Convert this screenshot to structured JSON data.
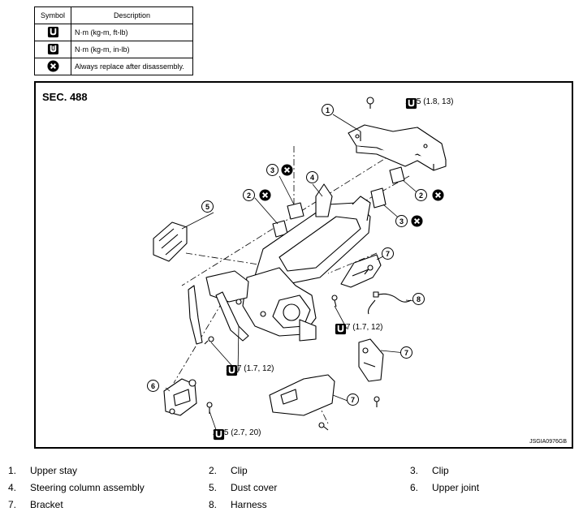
{
  "legend": {
    "header_symbol": "Symbol",
    "header_description": "Description",
    "rows": [
      {
        "icon": "torque-ft-lb-icon",
        "text": "N·m (kg-m, ft-lb)"
      },
      {
        "icon": "torque-in-lb-icon",
        "text": "N·m (kg-m, in-lb)"
      },
      {
        "icon": "always-replace-icon",
        "text": "Always replace after disassembly."
      }
    ]
  },
  "diagram": {
    "section": "SEC. 488",
    "code": "JSGIA0976GB",
    "torques": [
      "17.5 (1.8, 13)",
      "16.7 (1.7, 12)",
      "16.7 (1.7, 12)",
      "26.5 (2.7, 20)"
    ],
    "callouts": [
      "1",
      "2",
      "2",
      "3",
      "3",
      "4",
      "5",
      "6",
      "7",
      "7",
      "7",
      "8"
    ]
  },
  "parts": [
    {
      "num": "1.",
      "name": "Upper stay"
    },
    {
      "num": "2.",
      "name": "Clip"
    },
    {
      "num": "3.",
      "name": "Clip"
    },
    {
      "num": "4.",
      "name": "Steering column assembly"
    },
    {
      "num": "5.",
      "name": "Dust cover"
    },
    {
      "num": "6.",
      "name": "Upper joint"
    },
    {
      "num": "7.",
      "name": "Bracket"
    },
    {
      "num": "8.",
      "name": "Harness"
    }
  ]
}
